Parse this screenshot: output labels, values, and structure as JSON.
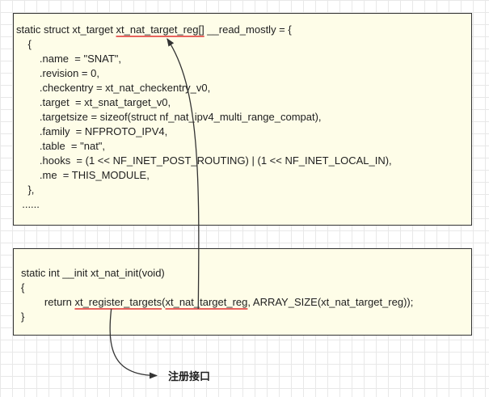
{
  "top_block": {
    "line1_pre": "static struct xt_target ",
    "line1_mark": "xt_nat_target_reg[]",
    "line1_post": " __read_mostly = {",
    "lines": [
      "    {",
      "        .name  = \"SNAT\",",
      "        .revision = 0,",
      "        .checkentry = xt_nat_checkentry_v0,",
      "        .target  = xt_snat_target_v0,",
      "        .targetsize = sizeof(struct nf_nat_ipv4_multi_range_compat),",
      "        .family  = NFPROTO_IPV4,",
      "        .table  = \"nat\",",
      "        .hooks  = (1 << NF_INET_POST_ROUTING) | (1 << NF_INET_LOCAL_IN),",
      "        .me  = THIS_MODULE,",
      "    },",
      "  ......"
    ]
  },
  "bottom_block": {
    "line1": "static int __init xt_nat_init(void)",
    "line2": "{",
    "line3_indent": "        return ",
    "line3_fn": "xt_register_targets",
    "line3_paren": "(",
    "line3_arg": "xt_nat_target_reg",
    "line3_rest": ", ARRAY_SIZE(xt_nat_target_reg));",
    "line4": "}"
  },
  "caption": "注册接口",
  "colors": {
    "box_fill": "#fefde8",
    "box_border": "#333333",
    "underline": "#e0302f",
    "arrow": "#333333"
  }
}
